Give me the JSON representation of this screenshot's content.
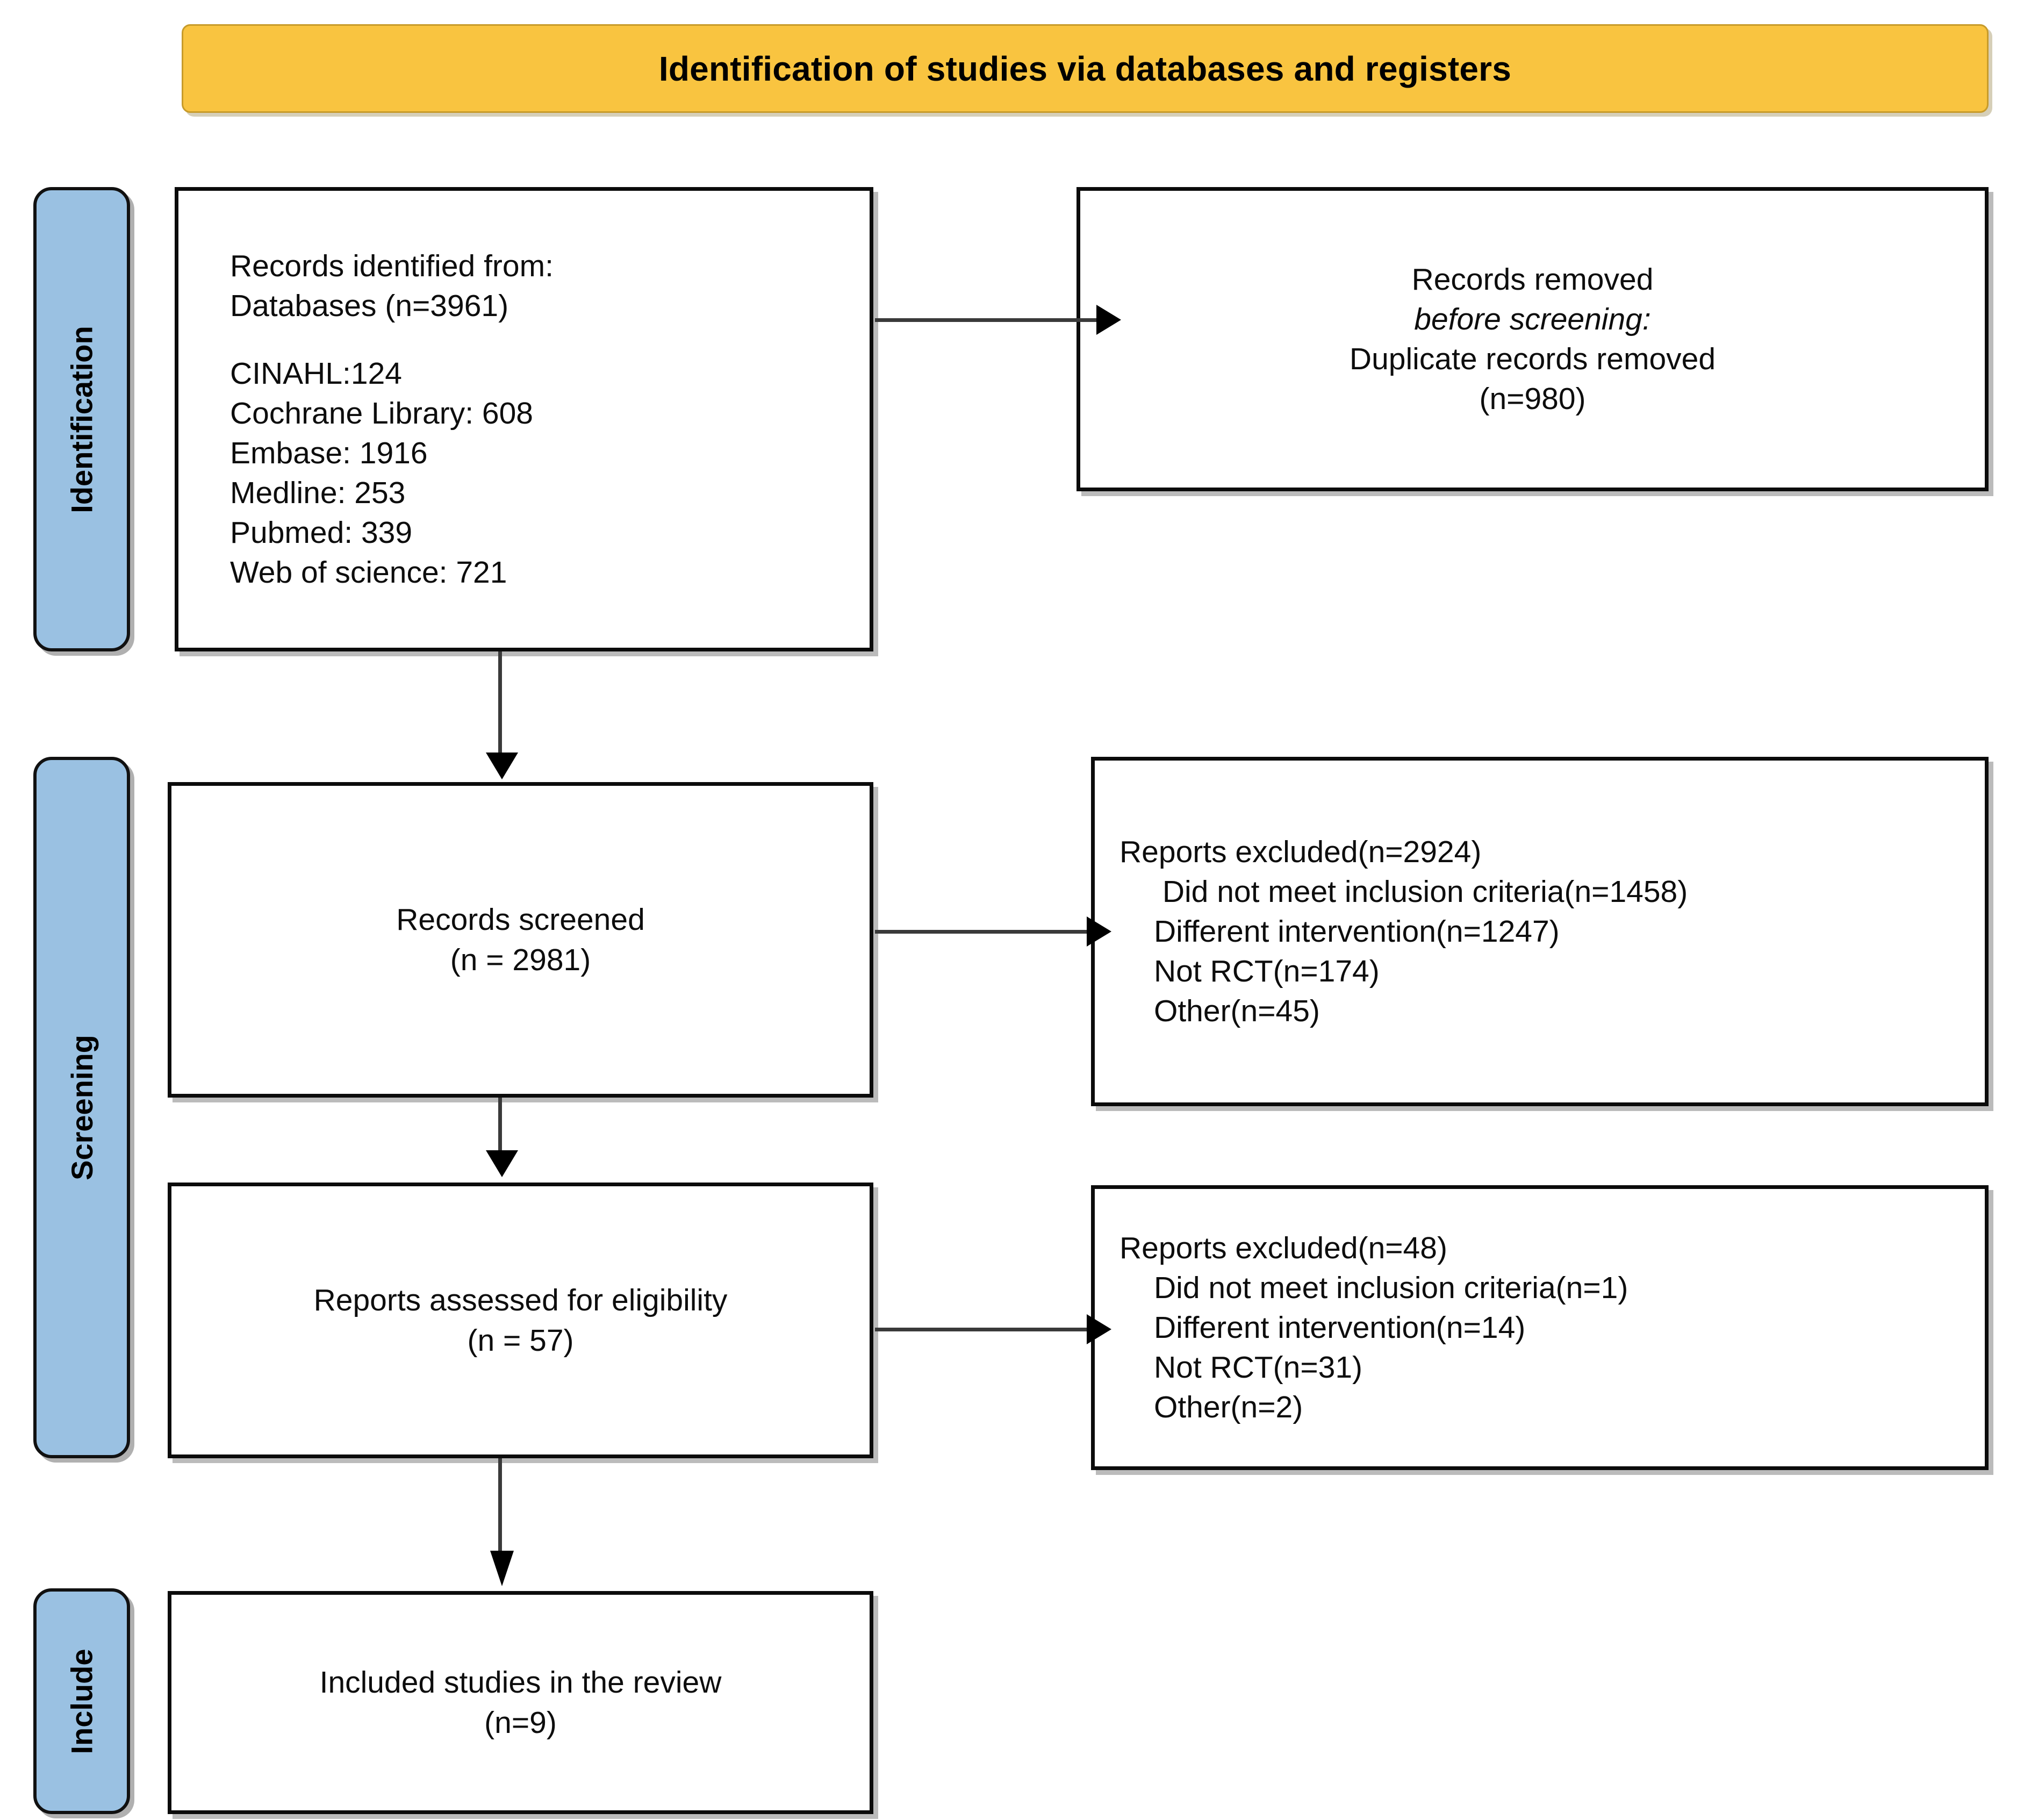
{
  "banner": {
    "title": "Identification of studies via databases and registers",
    "bg_color": "#F9C440"
  },
  "stages": [
    {
      "key": "identification",
      "label": "Identification",
      "bg_color": "#9AC1E2"
    },
    {
      "key": "screening",
      "label": "Screening",
      "bg_color": "#9AC1E2"
    },
    {
      "key": "include",
      "label": "Include",
      "bg_color": "#9AC1E2"
    }
  ],
  "boxes": {
    "identified": {
      "lines": [
        "Records identified from:",
        "Databases (n=3961)",
        "",
        "CINAHL:124",
        "Cochrane Library: 608",
        "Embase: 1916",
        "Medline: 253",
        "Pubmed: 339",
        "Web of science: 721"
      ]
    },
    "removed": {
      "lines": [
        "Records removed",
        "before screening:",
        "Duplicate records removed",
        "(n=980)"
      ]
    },
    "screened": {
      "lines": [
        "Records screened",
        "(n = 2981)"
      ]
    },
    "excluded_1": {
      "lines": [
        "Reports excluded(n=2924)",
        " Did not meet inclusion criteria(n=1458)",
        "Different intervention(n=1247)",
        "Not RCT(n=174)",
        "Other(n=45)"
      ]
    },
    "eligibility": {
      "lines": [
        "Reports assessed for eligibility",
        "(n = 57)"
      ]
    },
    "excluded_2": {
      "lines": [
        "Reports excluded(n=48)",
        "Did not meet inclusion criteria(n=1)",
        "Different intervention(n=14)",
        "Not RCT(n=31)",
        "Other(n=2)"
      ]
    },
    "included": {
      "lines": [
        "Included studies in the review",
        "(n=9)"
      ]
    }
  },
  "flow_data": {
    "type": "prisma-flow-diagram",
    "records_identified_total": 3961,
    "sources": [
      {
        "name": "CINAHL",
        "count": 124
      },
      {
        "name": "Cochrane Library",
        "count": 608
      },
      {
        "name": "Embase",
        "count": 1916
      },
      {
        "name": "Medline",
        "count": 253
      },
      {
        "name": "Pubmed",
        "count": 339
      },
      {
        "name": "Web of science",
        "count": 721
      }
    ],
    "duplicates_removed": 980,
    "records_screened": 2981,
    "records_excluded_screening": {
      "total": 2924,
      "reasons": [
        {
          "reason": "Did not meet inclusion criteria",
          "count": 1458
        },
        {
          "reason": "Different intervention",
          "count": 1247
        },
        {
          "reason": "Not RCT",
          "count": 174
        },
        {
          "reason": "Other",
          "count": 45
        }
      ]
    },
    "reports_assessed_for_eligibility": 57,
    "reports_excluded_eligibility": {
      "total": 48,
      "reasons": [
        {
          "reason": "Did not meet inclusion criteria",
          "count": 1
        },
        {
          "reason": "Different intervention",
          "count": 14
        },
        {
          "reason": "Not RCT",
          "count": 31
        },
        {
          "reason": "Other",
          "count": 2
        }
      ]
    },
    "included_studies": 9
  }
}
